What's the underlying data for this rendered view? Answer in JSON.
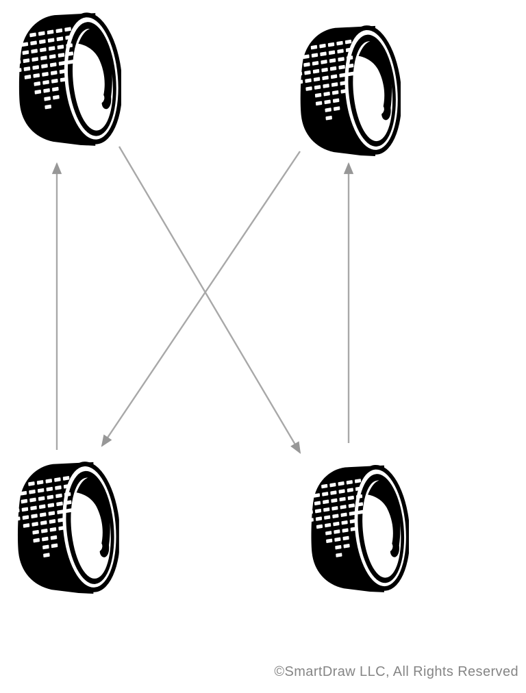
{
  "diagram": {
    "type": "tire-rotation-pattern",
    "tires": [
      {
        "position": "top-left",
        "icon": "tire-icon"
      },
      {
        "position": "top-right",
        "icon": "tire-icon"
      },
      {
        "position": "bottom-left",
        "icon": "tire-icon"
      },
      {
        "position": "bottom-right",
        "icon": "tire-icon"
      }
    ],
    "arrows": [
      {
        "from": "bottom-left",
        "to": "top-left",
        "direction": "up"
      },
      {
        "from": "bottom-right",
        "to": "top-right",
        "direction": "up"
      },
      {
        "from": "top-left",
        "to": "bottom-right",
        "direction": "diagonal-down-right"
      },
      {
        "from": "top-right",
        "to": "bottom-left",
        "direction": "diagonal-down-left"
      }
    ]
  },
  "colors": {
    "background": "#ffffff",
    "tire": "#000000",
    "tire_detail": "#ffffff",
    "arrow_line": "#a8a8a8",
    "arrow_head": "#979797",
    "copyright_text": "#858585"
  },
  "footer": {
    "copyright": "©SmartDraw LLC, All Rights Reserved"
  }
}
